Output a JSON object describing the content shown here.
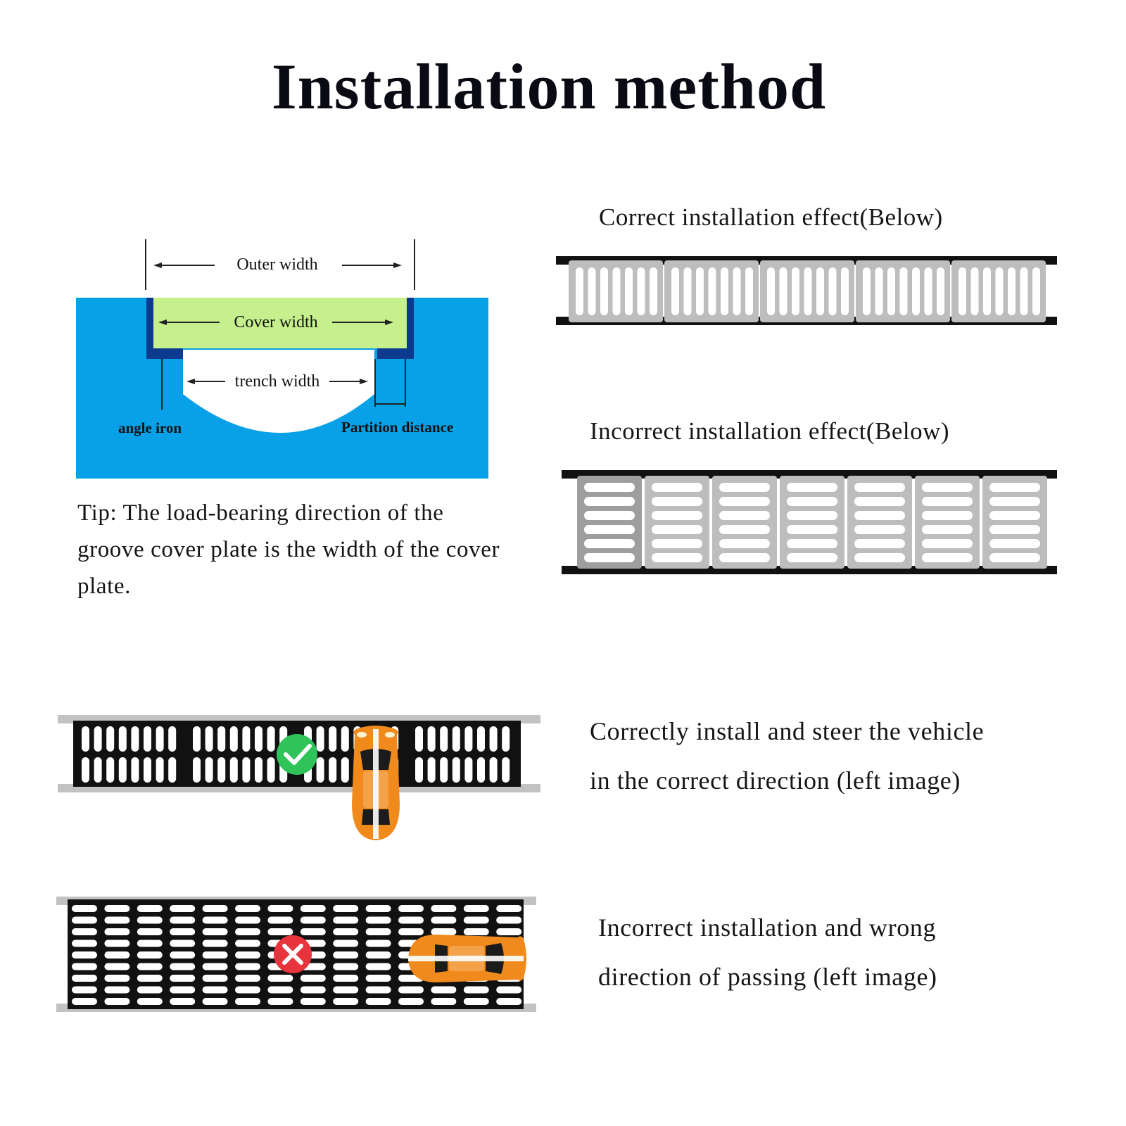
{
  "title": "Installation method",
  "diagram": {
    "outer_width": "Outer width",
    "cover_width": "Cover width",
    "trench_width": "trench width",
    "angle_iron": "angle iron",
    "partition_distance": "Partition distance"
  },
  "tip": "Tip: The load-bearing direction of the groove cover plate is the width of the cover plate.",
  "correct_heading": "Correct installation effect(Below)",
  "incorrect_heading": "Incorrect installation effect(Below)",
  "caption_correct": {
    "line1": "Correctly install and steer the vehicle",
    "line2": "in the correct direction (left image)"
  },
  "caption_incorrect": {
    "line1": "Incorrect installation and wrong",
    "line2": "direction of passing (left image)"
  },
  "icons": {
    "check": "check-icon",
    "cross": "cross-icon",
    "car": "car-icon"
  },
  "colors": {
    "ground_blue": "#08a0e6",
    "cover_green": "#c6ef8e",
    "angle_iron_navy": "#0b3a8f",
    "check_green": "#2fc35a",
    "cross_red": "#e8343c",
    "car_orange": "#f08a1c"
  }
}
